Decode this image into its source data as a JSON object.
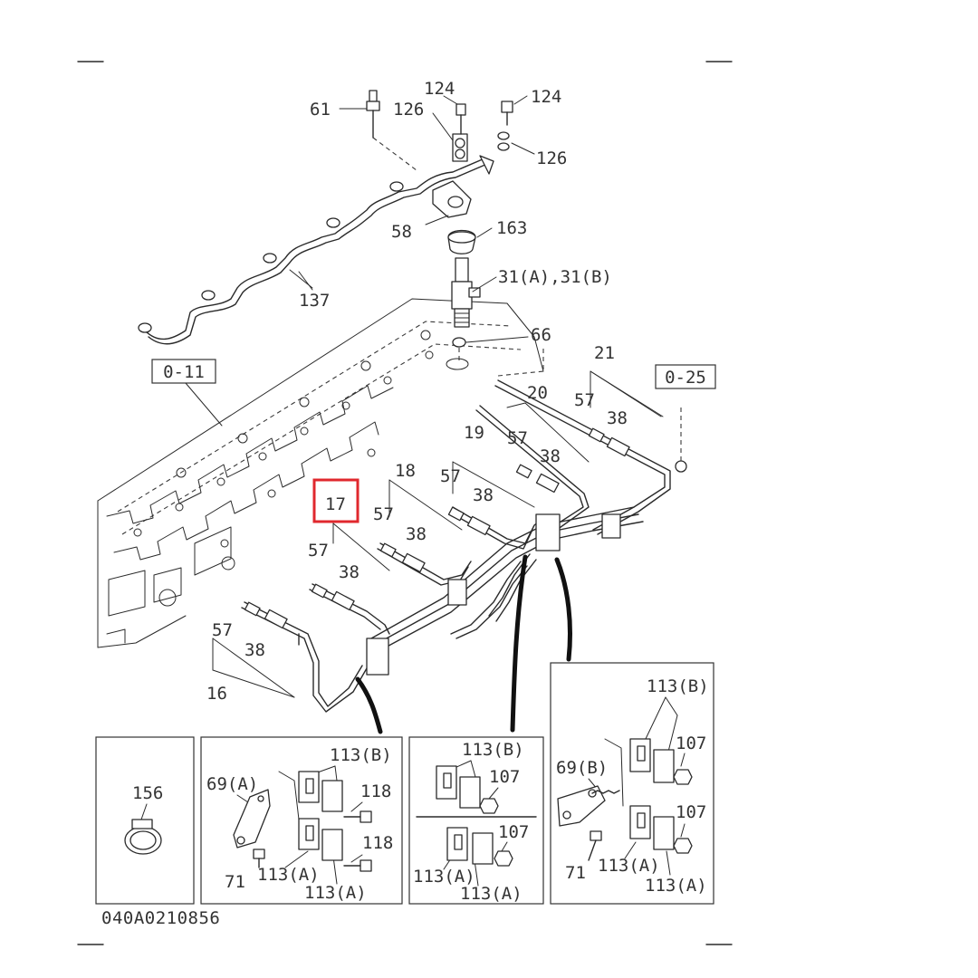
{
  "diagram": {
    "drawing_code": "040A0210856",
    "reference_boxes": [
      {
        "id": "ref-0-11",
        "text": "0-11"
      },
      {
        "id": "ref-0-25",
        "text": "0-25"
      }
    ],
    "highlight": {
      "label": "17",
      "color": "#e0282e"
    },
    "callouts": {
      "c61": "61",
      "c124a": "124",
      "c124b": "124",
      "c126a": "126",
      "c126b": "126",
      "c58": "58",
      "c163": "163",
      "c31": "31(A),31(B)",
      "c137": "137",
      "c66": "66",
      "c21": "21",
      "c20": "20",
      "c19": "19",
      "c18": "18",
      "c17": "17",
      "c16": "16",
      "c57a": "57",
      "c38a": "38",
      "c57b": "57",
      "c38b": "38",
      "c57c": "57",
      "c38c": "38",
      "c57d": "57",
      "c38d": "38",
      "c57e": "57",
      "c38e": "38",
      "c57f": "57",
      "c38f": "38"
    },
    "inset_panels": {
      "p1": {
        "c156": "156"
      },
      "p2": {
        "c113b": "113(B)",
        "c69a": "69(A)",
        "c118a": "118",
        "c118b": "118",
        "c71": "71",
        "c113a1": "113(A)",
        "c113a2": "113(A)"
      },
      "p3": {
        "c113b": "113(B)",
        "c107a": "107",
        "c107b": "107",
        "c113a1": "113(A)",
        "c113a2": "113(A)"
      },
      "p4": {
        "c113b": "113(B)",
        "c69b": "69(B)",
        "c107a": "107",
        "c107b": "107",
        "c71": "71",
        "c113a1": "113(A)",
        "c113a2": "113(A)"
      }
    }
  }
}
